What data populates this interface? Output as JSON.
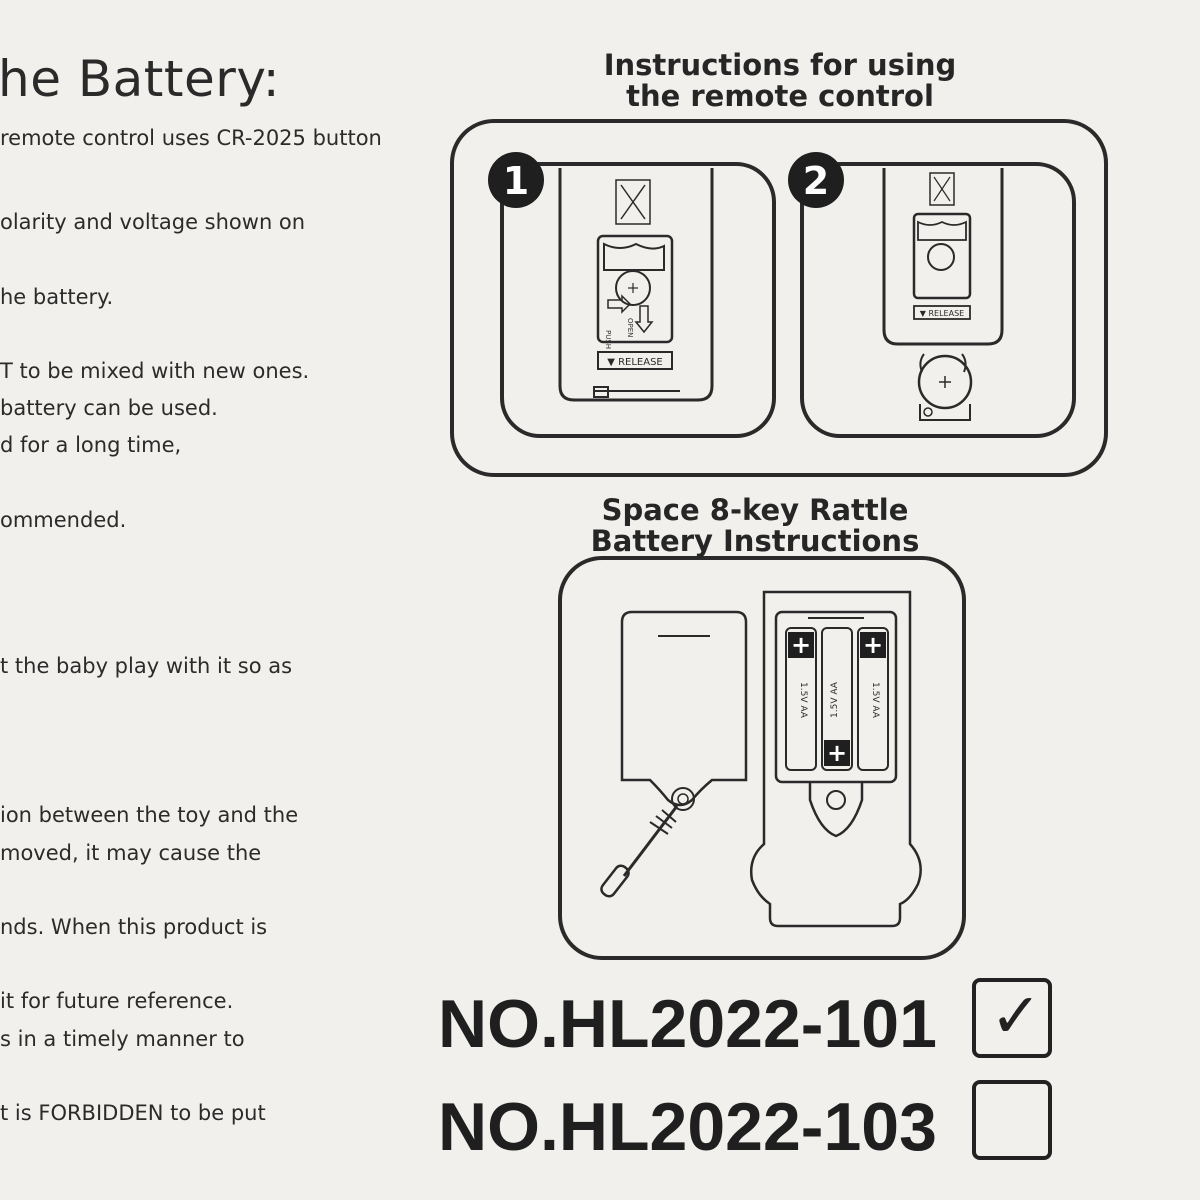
{
  "left": {
    "heading": "he Battery:",
    "lines": [
      "remote control uses CR-2025 button",
      "olarity and voltage shown on",
      "he battery.",
      "T to be mixed with new ones.",
      "battery can be used.",
      "d for a long time,",
      "ommended.",
      "t the baby play with it so as",
      "ion between the toy and the",
      "moved, it may cause the",
      "nds. When this product is",
      " it for future reference.",
      "s in a timely manner to",
      "t is FORBIDDEN to be put"
    ]
  },
  "remote_section": {
    "title_line1": "Instructions for using",
    "title_line2": "the remote control",
    "step1": "1",
    "step2": "2",
    "release_label_1": "▼ RELEASE",
    "release_label_2": "▼ RELEASE",
    "push_label": "PUSH",
    "open_label": "OPEN"
  },
  "rattle_section": {
    "title_line1": "Space 8-key Rattle",
    "title_line2": "Battery Instructions",
    "battery_label": "1.5V AA",
    "plus_sign": "+"
  },
  "models": [
    {
      "number": "NO.HL2022-101",
      "checked": true,
      "mark": "✓"
    },
    {
      "number": "NO.HL2022-103",
      "checked": false,
      "mark": ""
    }
  ]
}
